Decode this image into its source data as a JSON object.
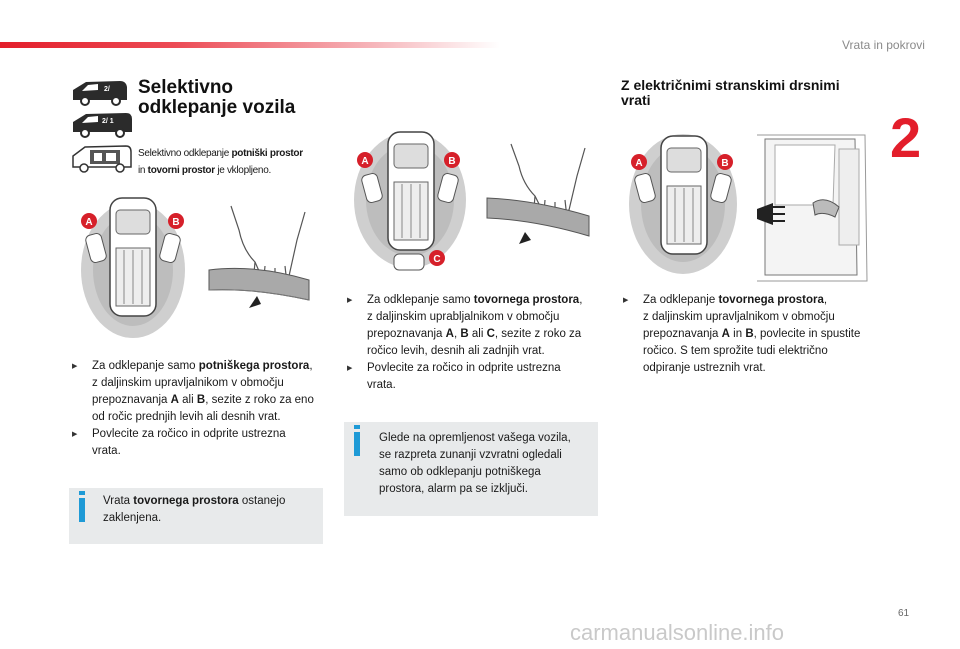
{
  "header": {
    "section_title": "Vrata in pokrovi",
    "chapter_number": "2"
  },
  "left": {
    "title_line1": "Selektivno",
    "title_line2": "odklepanje vozila",
    "intro": {
      "part1": "Selektivno odklepanje ",
      "bold1": "potniški prostor",
      "part2": "in ",
      "bold2": "tovorni prostor",
      "part3": " je vklopljeno."
    },
    "key_labels": [
      "A",
      "B"
    ],
    "bullet1": {
      "line1_pre": "Za odklepanje samo ",
      "line1_bold": "potniškega prostora",
      "line1_post": ",",
      "line2": "z daljinskim upravljalnikom v območju",
      "line3_pre": "prepoznavanja ",
      "line3_a": "A",
      "line3_mid": " ali ",
      "line3_b": "B",
      "line3_post": ", sezite z roko za eno",
      "line4": "od ročic prednjih levih ali desnih vrat."
    },
    "bullet2": {
      "line1": "Povlecite za ročico in odprite ustrezna",
      "line2": "vrata."
    },
    "info": {
      "pre": "Vrata ",
      "bold": "tovornega prostora",
      "post": " ostanejo",
      "line2": "zaklenjena."
    }
  },
  "middle": {
    "key_labels": [
      "A",
      "B",
      "C"
    ],
    "bullet1": {
      "line1_pre": "Za odklepanje samo ",
      "line1_bold": "tovornega prostora",
      "line1_post": ",",
      "line2": "z daljinskim uprabljalnikom v območju",
      "line3_pre": "prepoznavanja ",
      "line3_a": "A",
      "line3_sep1": ", ",
      "line3_b": "B",
      "line3_mid": " ali ",
      "line3_c": "C",
      "line3_post": ", sezite z roko za",
      "line4": "ročico levih, desnih ali zadnjih vrat."
    },
    "bullet2": {
      "line1": "Povlecite za ročico in odprite ustrezna",
      "line2": "vrata."
    },
    "info": {
      "line1": "Glede na opremljenost vašega vozila,",
      "line2": "se razpreta zunanji vzvratni ogledali",
      "line3": "samo ob odklepanju potniškega",
      "line4": "prostora, alarm pa se izključi."
    }
  },
  "right": {
    "title_line1": "Z električnimi stranskimi drsnimi",
    "title_line2": "vrati",
    "key_labels": [
      "A",
      "B"
    ],
    "bullet1": {
      "line1_pre": "Za odklepanje ",
      "line1_bold": "tovornega prostora",
      "line1_post": ",",
      "line2": "z daljinskim upravljalnikom v območju",
      "line3_pre": "prepoznavanja ",
      "line3_a": "A",
      "line3_mid": " in ",
      "line3_b": "B",
      "line3_post": ", povlecite in spustite",
      "line4": "ročico. S tem sprožite tudi električno",
      "line5": "odpiranje ustreznih vrat."
    }
  },
  "footer": {
    "page_number": "61",
    "watermark": "carmanualsonline.info"
  },
  "colors": {
    "brand_red": "#e31e2b",
    "info_icon_blue": "#1e9ad6",
    "info_bg": "#e8eaeb",
    "badge_red": "#d6202a"
  },
  "icons": [
    "van-icon",
    "info-icon",
    "car-top-view-icon",
    "hand-door-handle-icon"
  ]
}
